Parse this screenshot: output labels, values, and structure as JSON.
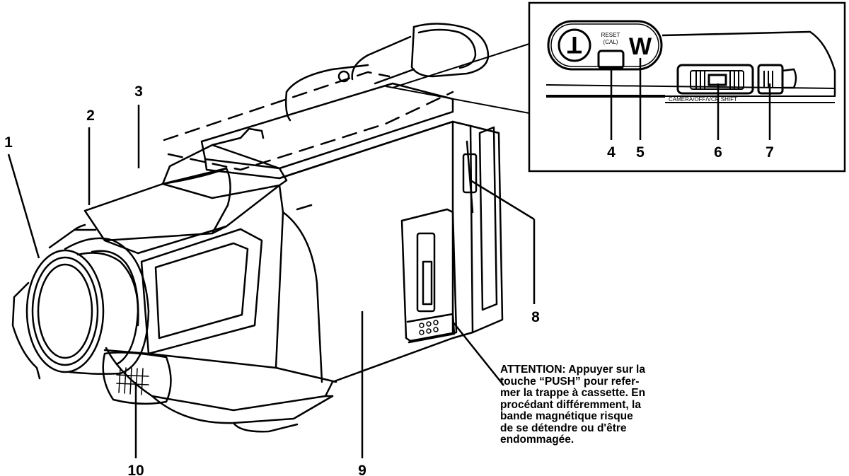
{
  "callouts": {
    "c1": "1",
    "c2": "2",
    "c3": "3",
    "c4": "4",
    "c5": "5",
    "c6": "6",
    "c7": "7",
    "c8": "8",
    "c9": "9",
    "c10": "10"
  },
  "inset": {
    "tele_key": "T",
    "wide_key": "W",
    "center_button_label_1": "RESET",
    "center_button_label_2": "(CAL)",
    "switch_caption": "CAMERA/OFF/VCR   SHIFT"
  },
  "attention_lines": [
    "ATTENTION: Appuyer sur la",
    "touche “PUSH” pour refer-",
    "mer la trappe à cassette. En",
    "procédant différemment, la",
    "bande magnétique risque",
    "de se détendre ou d'être",
    "endommagée."
  ],
  "colors": {
    "ink": "#000000",
    "paper": "#ffffff"
  }
}
